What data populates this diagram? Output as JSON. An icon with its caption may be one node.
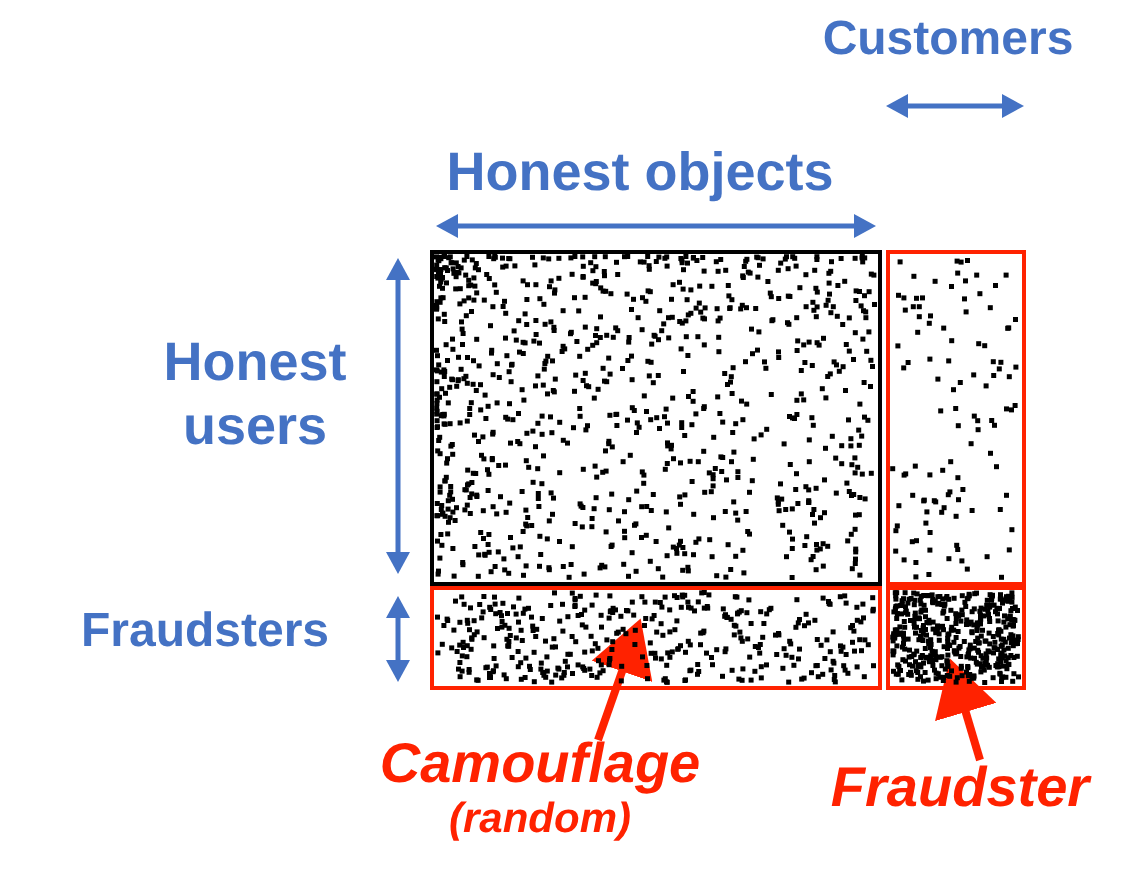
{
  "diagram": {
    "nodes": [
      {
        "text": [],
        "shape": "box"
      },
      {
        "text": [],
        "shape": "box"
      },
      {
        "text": [],
        "shape": "box"
      },
      {
        "text": [],
        "shape": "box"
      },
      {
        "text": [
          "Camouflage",
          "(random)"
        ]
      },
      {
        "text": [
          "Fraudster"
        ]
      }
    ],
    "edges": [
      {
        "from": 4,
        "to": 2,
        "arrow": "to"
      },
      {
        "from": 5,
        "to": 3,
        "arrow": "to"
      }
    ],
    "labels": [
      "Customers",
      "Honest objects",
      "Honest users",
      "Fraudsters"
    ]
  }
}
